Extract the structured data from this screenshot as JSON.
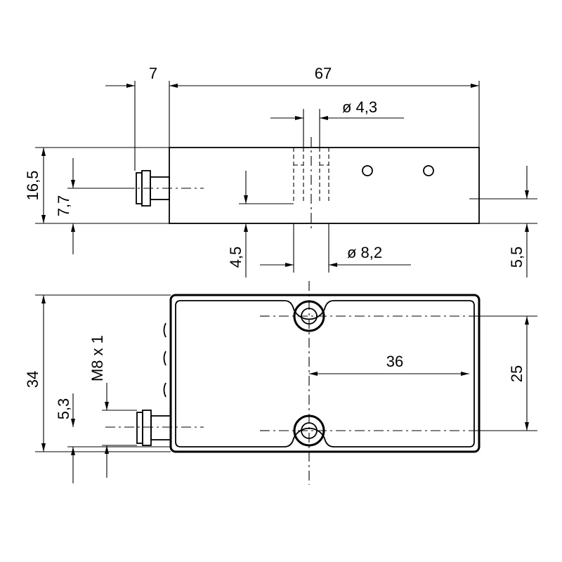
{
  "drawing": {
    "top_view": {
      "dim_length": "67",
      "dim_connector": "7",
      "dim_height": "16,5",
      "dim_connector_height": "7,7",
      "dim_hole_small": "ø 4,3",
      "dim_hole_large": "ø 8,2",
      "dim_counterbore": "4,5",
      "dim_side": "5,5"
    },
    "bottom_view": {
      "dim_width": "34",
      "dim_hole_spacing_v": "25",
      "dim_hole_offset": "36",
      "dim_thread": "M8 x 1",
      "dim_connector_offset": "5,3"
    }
  }
}
